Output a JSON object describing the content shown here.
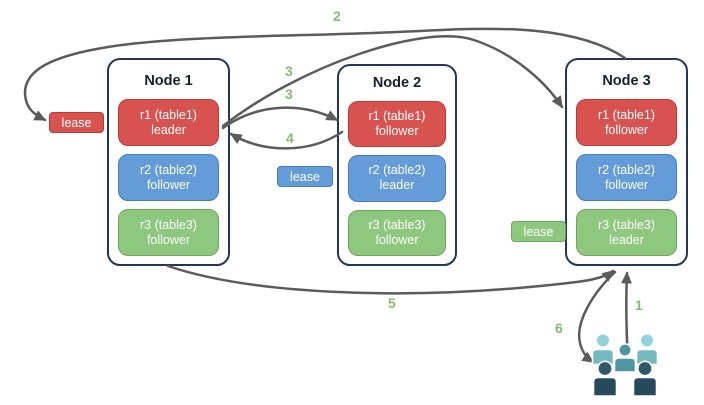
{
  "nodes": [
    {
      "title": "Node 1",
      "replicas": [
        {
          "name": "r1 (table1)",
          "role": "leader",
          "color": "red"
        },
        {
          "name": "r2 (table2)",
          "role": "follower",
          "color": "blue"
        },
        {
          "name": "r3 (table3)",
          "role": "follower",
          "color": "green"
        }
      ]
    },
    {
      "title": "Node 2",
      "replicas": [
        {
          "name": "r1 (table1)",
          "role": "follower",
          "color": "red"
        },
        {
          "name": "r2 (table2)",
          "role": "leader",
          "color": "blue"
        },
        {
          "name": "r3 (table3)",
          "role": "follower",
          "color": "green"
        }
      ]
    },
    {
      "title": "Node 3",
      "replicas": [
        {
          "name": "r1 (table1)",
          "role": "follower",
          "color": "red"
        },
        {
          "name": "r2 (table2)",
          "role": "follower",
          "color": "blue"
        },
        {
          "name": "r3 (table3)",
          "role": "leader",
          "color": "green"
        }
      ]
    }
  ],
  "leases": [
    {
      "label": "lease",
      "color": "red"
    },
    {
      "label": "lease",
      "color": "blue"
    },
    {
      "label": "lease",
      "color": "green"
    }
  ],
  "steps": [
    {
      "label": "2"
    },
    {
      "label": "3"
    },
    {
      "label": "3"
    },
    {
      "label": "4"
    },
    {
      "label": "5"
    },
    {
      "label": "1"
    },
    {
      "label": "6"
    }
  ],
  "icons": {
    "clients": "users-group-icon"
  },
  "colors": {
    "replica_red_fill": "#d8534f",
    "replica_red_border": "#c23732",
    "replica_blue_fill": "#639cd8",
    "replica_blue_border": "#4480c0",
    "replica_green_fill": "#8ec87e",
    "replica_green_border": "#6fa65c",
    "node_border": "#22375c",
    "arrow": "#5b5b5b",
    "step_label_green": "#84bd71",
    "people_light_teal": "#92d3da",
    "people_mid_teal": "#4e97a1",
    "people_dark_slate": "#2c5466"
  }
}
